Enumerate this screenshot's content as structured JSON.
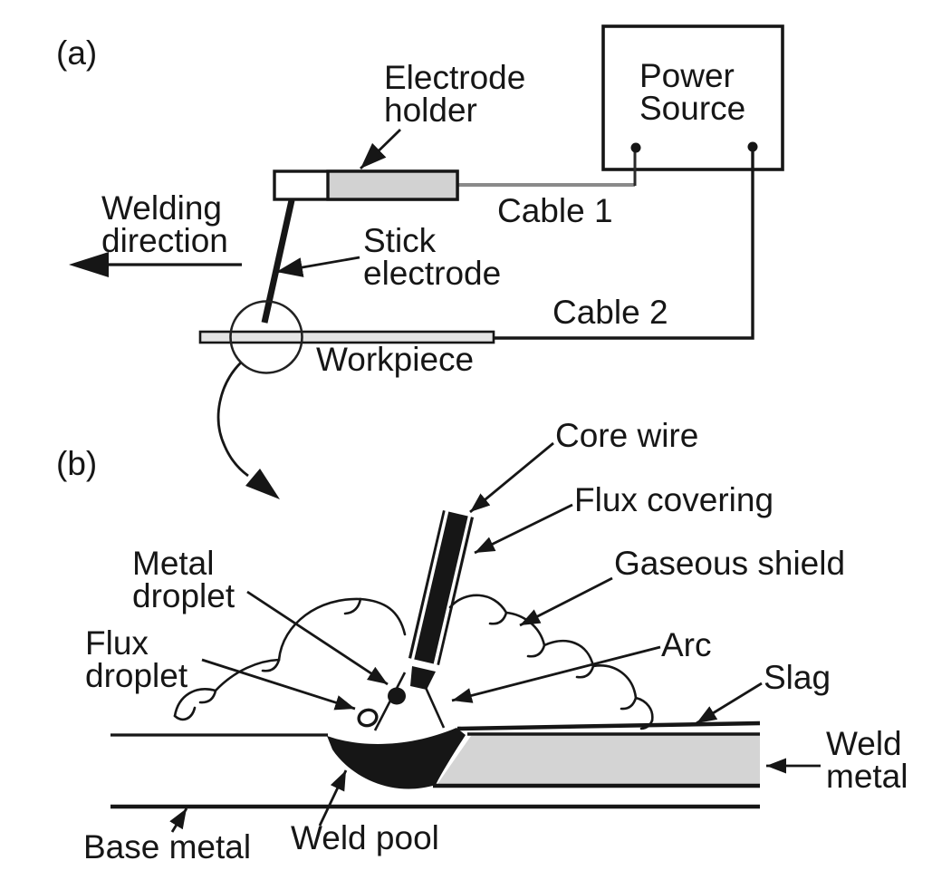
{
  "figure": {
    "type": "two-panel shielded-metal-arc-welding diagram",
    "panel_a_tag": "(a)",
    "panel_b_tag": "(b)"
  },
  "labels": {
    "electrode_holder": "Electrode\nholder",
    "power_source": "Power\nSource",
    "welding_direction": "Welding\ndirection",
    "stick_electrode": "Stick\nelectrode",
    "cable_1": "Cable 1",
    "cable_2": "Cable 2",
    "workpiece": "Workpiece",
    "core_wire": "Core wire",
    "flux_covering": "Flux covering",
    "gaseous_shield": "Gaseous shield",
    "metal_droplet": "Metal\ndroplet",
    "flux_droplet": "Flux\ndroplet",
    "arc": "Arc",
    "slag": "Slag",
    "weld_metal": "Weld\nmetal",
    "base_metal": "Base metal",
    "weld_pool": "Weld pool"
  },
  "colors": {
    "line": "#161616",
    "holder_gray": "#d2d2d2",
    "weld_metal_gray": "#d4d4d4",
    "workpiece_fill": "#e4e4e4",
    "cable_gray": "#8a8a8a",
    "background": "#ffffff"
  }
}
